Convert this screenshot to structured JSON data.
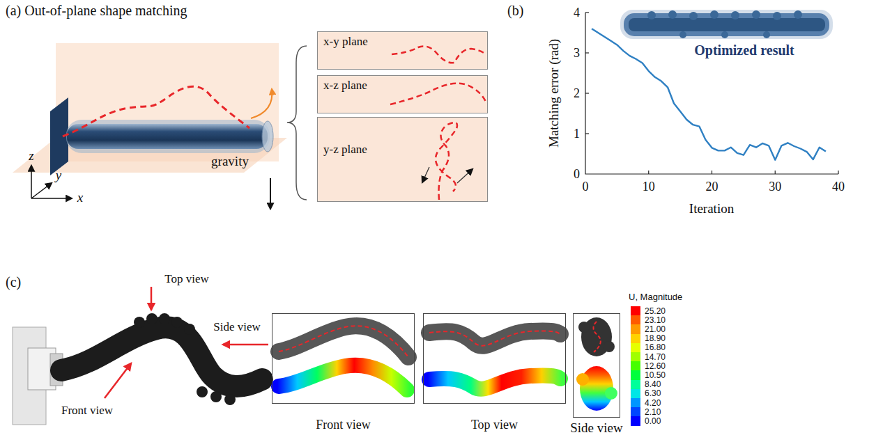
{
  "diagram": {
    "nodes": [
      {
        "text": [
          "x-y plane"
        ]
      },
      {
        "text": [
          "x-z plane"
        ]
      },
      {
        "text": [
          "y-z plane"
        ]
      },
      {
        "text": [
          "Front view"
        ]
      },
      {
        "text": [
          "Top view"
        ]
      },
      {
        "text": [
          "Side view"
        ]
      }
    ],
    "labels": [
      "(a) Out-of-plane shape matching",
      "z",
      "y",
      "x",
      "gravity",
      "(b)",
      "4",
      "3",
      "2",
      "1",
      "0",
      "Matching error (rad)",
      "0",
      "10",
      "20",
      "30",
      "40",
      "Iteration",
      "Optimized result",
      "(c)",
      "Top view",
      "Side view",
      "Front view",
      "U, Magnitude"
    ],
    "legend": [
      {
        "text": "25.20",
        "color": "#ff0000"
      },
      {
        "text": "23.10",
        "color": "#ff5a00"
      },
      {
        "text": "21.00",
        "color": "#ff9a00"
      },
      {
        "text": "18.90",
        "color": "#ffd200"
      },
      {
        "text": "16.80",
        "color": "#e6ff00"
      },
      {
        "text": "14.70",
        "color": "#a0ff00"
      },
      {
        "text": "12.60",
        "color": "#46ff00"
      },
      {
        "text": "10.50",
        "color": "#00ff3c"
      },
      {
        "text": "8.40",
        "color": "#00ff9a"
      },
      {
        "text": "6.30",
        "color": "#00e6e6"
      },
      {
        "text": "4.20",
        "color": "#0096ff"
      },
      {
        "text": "2.10",
        "color": "#0046ff"
      },
      {
        "text": "0.00",
        "color": "#0000ff"
      }
    ]
  }
}
